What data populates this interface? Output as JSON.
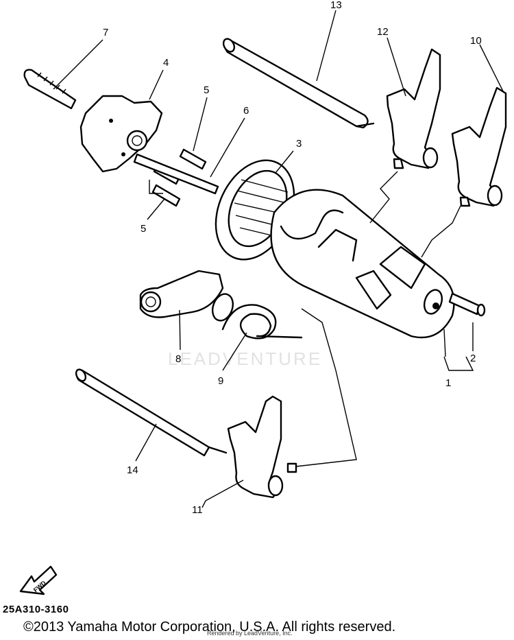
{
  "callouts": [
    "1",
    "2",
    "3",
    "4",
    "5",
    "5",
    "6",
    "7",
    "8",
    "9",
    "10",
    "11",
    "12",
    "13",
    "14"
  ],
  "fwd_label": "FWD",
  "ref_code": "25A310-3160",
  "copyright": "©2013 Yamaha Motor Corporation, U.S.A. All rights reserved.",
  "rendered_by": "Rendered by LeadVenture, Inc.",
  "watermark": "LEADVENTURE"
}
